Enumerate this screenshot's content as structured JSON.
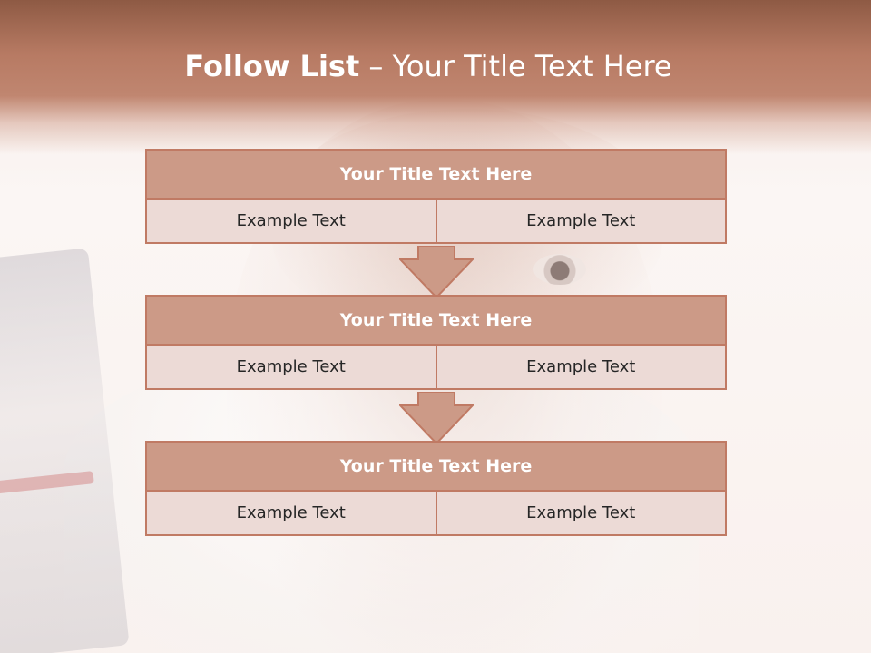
{
  "slide": {
    "title_bold": "Follow List",
    "title_separator": " – ",
    "title_rest": "Your Title Text Here"
  },
  "blocks": [
    {
      "title": "Your Title Text Here",
      "left": "Example Text",
      "right": "Example Text"
    },
    {
      "title": "Your Title Text Here",
      "left": "Example Text",
      "right": "Example Text"
    },
    {
      "title": "Your Title Text Here",
      "left": "Example Text",
      "right": "Example Text"
    }
  ],
  "colors": {
    "header": "#b77a63",
    "block_header": "#cc9a87",
    "block_cell": "#ecdad6",
    "border": "#c07a64"
  }
}
